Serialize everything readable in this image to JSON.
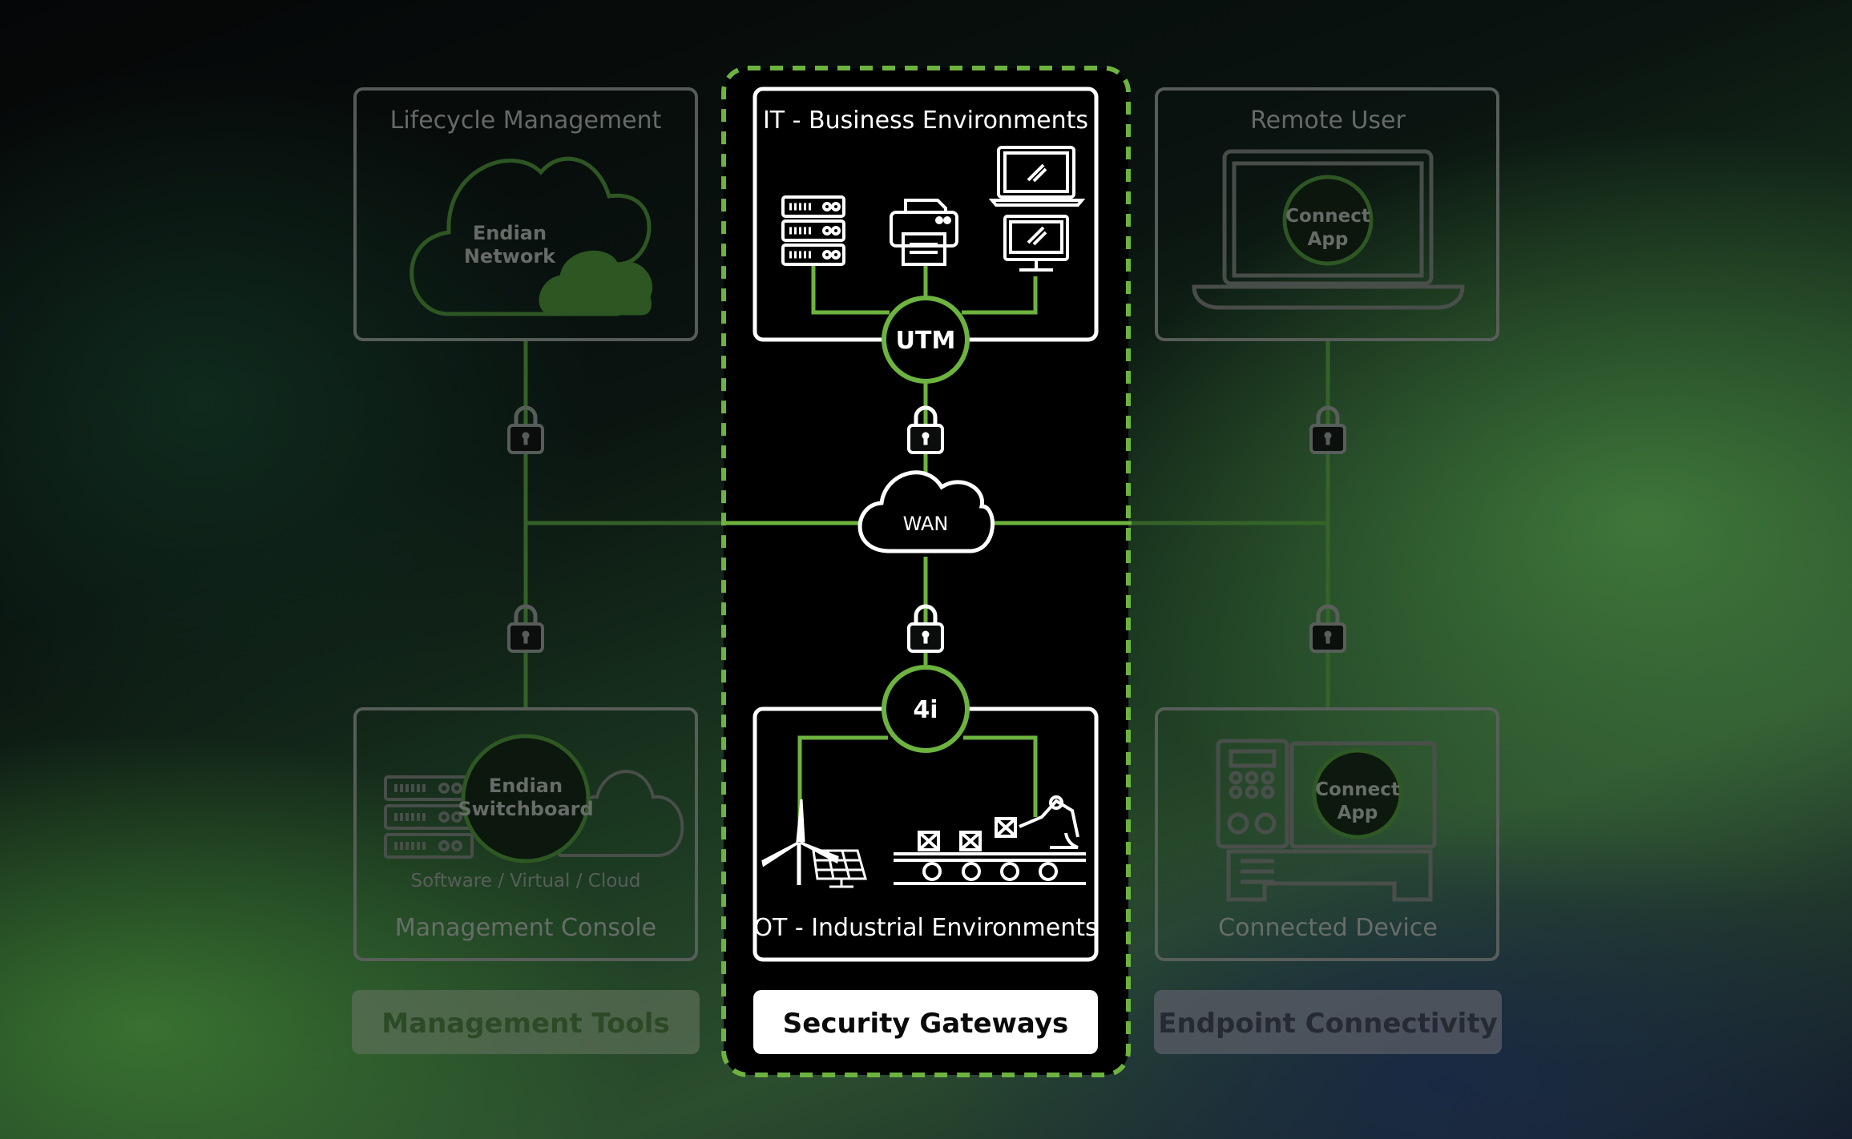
{
  "left": {
    "top_title": "Lifecycle Management",
    "cloud_label_1": "Endian",
    "cloud_label_2": "Network",
    "switchboard_label_1": "Endian",
    "switchboard_label_2": "Switchboard",
    "deploy_text": "Software / Virtual / Cloud",
    "bottom_title": "Management Console",
    "button": "Management Tools"
  },
  "center": {
    "top_title": "IT - Business Environments",
    "utm_label": "UTM",
    "wan_label": "WAN",
    "gateway_label": "4i",
    "bottom_title": "OT - Industrial Environments",
    "button": "Security Gateways"
  },
  "right": {
    "top_title": "Remote User",
    "app_label_top_1": "Connect",
    "app_label_top_2": "App",
    "app_label_bottom_1": "Connect",
    "app_label_bottom_2": "App",
    "bottom_title": "Connected Device",
    "button": "Endpoint Connectivity"
  },
  "colors": {
    "accent_green": "#6db33f",
    "dim_gray": "#6b706c",
    "dim_green": "#3d6a2c",
    "white": "#ffffff"
  }
}
